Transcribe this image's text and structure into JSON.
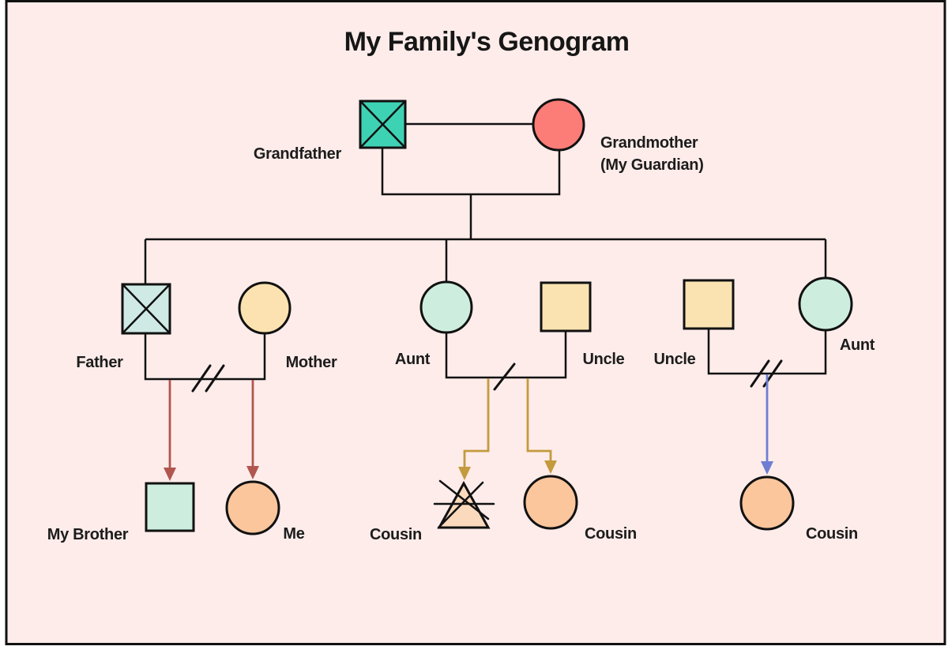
{
  "title": "My Family's Genogram",
  "colors": {
    "canvas_bg": "#fdecea",
    "border": "#111111",
    "teal": "#3ed2b4",
    "salmon": "#fc7d77",
    "mint": "#cfeae4",
    "mint_light": "#cdeede",
    "gold": "#fae3b1",
    "gold_pale": "#fbe2b0",
    "peach": "#fbc69c",
    "peach_light": "#fbd9bd",
    "arrow_red": "#b2554f",
    "arrow_gold": "#c49a3e",
    "arrow_blue": "#6f7ed2"
  },
  "people": {
    "grandfather": {
      "label": "Grandfather",
      "status": "deceased"
    },
    "grandmother": {
      "label": "Grandmother",
      "label2": "(My Guardian)"
    },
    "father": {
      "label": "Father",
      "status": "deceased"
    },
    "mother": {
      "label": "Mother"
    },
    "aunt_mid": {
      "label": "Aunt"
    },
    "uncle_mid": {
      "label": "Uncle"
    },
    "uncle_right": {
      "label": "Uncle"
    },
    "aunt_right": {
      "label": "Aunt"
    },
    "brother": {
      "label": "My Brother"
    },
    "me": {
      "label": "Me"
    },
    "cousin_lost": {
      "label": "Cousin",
      "status": "deceased"
    },
    "cousin_mid": {
      "label": "Cousin"
    },
    "cousin_right": {
      "label": "Cousin"
    }
  }
}
